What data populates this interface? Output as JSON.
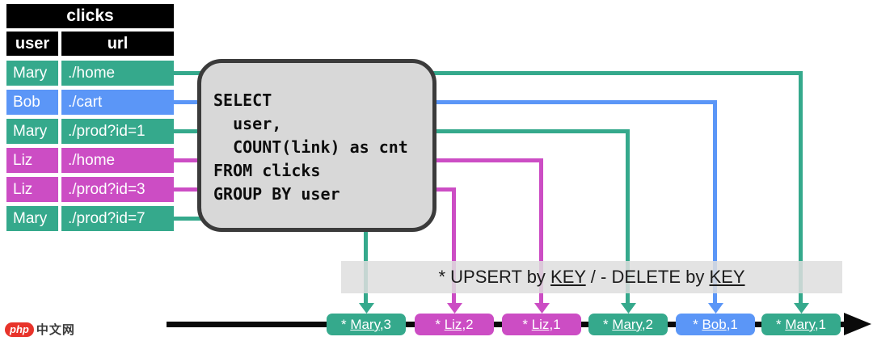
{
  "colors": {
    "green": "#35a98c",
    "blue": "#5b96f7",
    "magenta": "#cc4dc4",
    "header-bg": "#000000",
    "box-fill": "#d8d8d8",
    "box-border": "#3b3b3b",
    "band-bg": "#e2e2e2",
    "timeline": "#0a0a0a"
  },
  "table": {
    "title": "clicks",
    "headers": [
      "user",
      "url"
    ],
    "rows": [
      {
        "user": "Mary",
        "url": "./home",
        "color": "#35a98c"
      },
      {
        "user": "Bob",
        "url": "./cart",
        "color": "#5b96f7"
      },
      {
        "user": "Mary",
        "url": "./prod?id=1",
        "color": "#35a98c"
      },
      {
        "user": "Liz",
        "url": "./home",
        "color": "#cc4dc4"
      },
      {
        "user": "Liz",
        "url": "./prod?id=3",
        "color": "#cc4dc4"
      },
      {
        "user": "Mary",
        "url": "./prod?id=7",
        "color": "#35a98c"
      }
    ]
  },
  "sql": {
    "query": "SELECT\n  user,\n  COUNT(link) as cnt\nFROM clicks\nGROUP BY user"
  },
  "band": {
    "parts": [
      "* UPSERT by ",
      "KEY",
      " / - DELETE by ",
      "KEY"
    ]
  },
  "events": [
    {
      "prefix": "* ",
      "name": "Mary",
      "suffix": ",3",
      "color": "#35a98c"
    },
    {
      "prefix": "* ",
      "name": "Liz",
      "suffix": ",2",
      "color": "#cc4dc4"
    },
    {
      "prefix": "* ",
      "name": "Liz",
      "suffix": ",1",
      "color": "#cc4dc4"
    },
    {
      "prefix": "* ",
      "name": "Mary",
      "suffix": ",2",
      "color": "#35a98c"
    },
    {
      "prefix": "* ",
      "name": "Bob",
      "suffix": ",1",
      "color": "#5b96f7"
    },
    {
      "prefix": "* ",
      "name": "Mary",
      "suffix": ",1",
      "color": "#35a98c"
    }
  ],
  "watermark": {
    "logo": "php",
    "text": "中文网"
  }
}
